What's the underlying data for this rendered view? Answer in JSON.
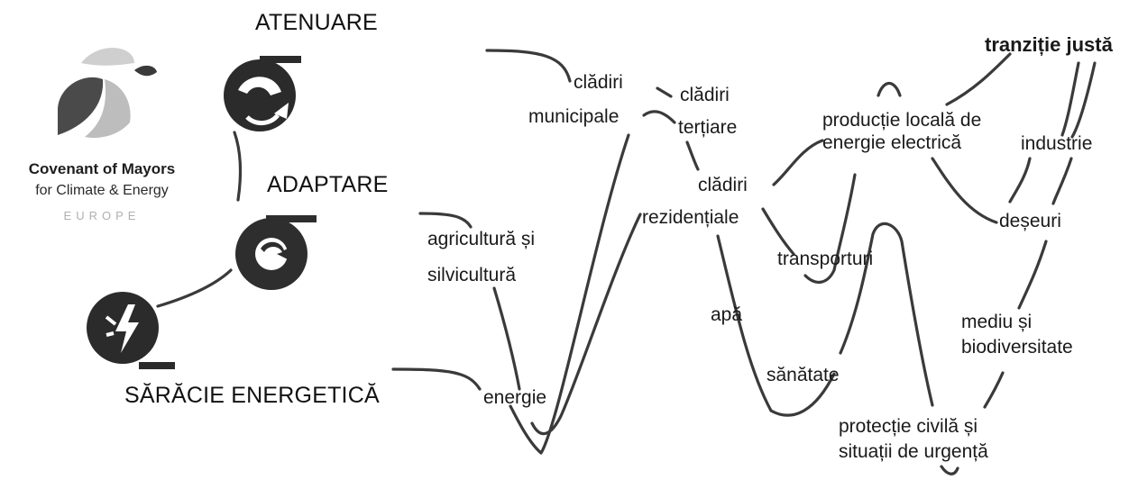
{
  "logo": {
    "name": "Covenant of Mayors",
    "tagline": "for Climate & Energy",
    "region": "EUROPE"
  },
  "themes": {
    "mitigation": "ATENUARE",
    "adaptation": "ADAPTARE",
    "energy_poverty": "SĂRĂCIE ENERGETICĂ"
  },
  "sectors": {
    "municipal_buildings": [
      "clădiri",
      "municipale"
    ],
    "tertiary_buildings": [
      "clădiri",
      "terțiare"
    ],
    "residential_buildings": [
      "clădiri",
      "rezidențiale"
    ],
    "local_power": [
      "producție locală de",
      "energie electrică"
    ],
    "just_transition": "tranziție justă",
    "industry": "industrie",
    "waste": "deșeuri",
    "agriculture": [
      "agricultură și",
      "silvicultură"
    ],
    "transport": "transporturi",
    "water": "apă",
    "health": "sănătate",
    "energy": "energie",
    "environment": [
      "mediu și",
      "biodiversitate"
    ],
    "civil_protection": [
      "protecție civilă și",
      "situații de urgență"
    ]
  },
  "icons": {
    "mitigation": "recycle-arrows-icon",
    "adaptation": "cycle-arrows-icon",
    "energy_poverty": "lightning-plug-icon",
    "logo": "leaf-logo-icon"
  },
  "colors": {
    "ink": "#1a1a1a",
    "icon": "#2b2b2b",
    "leaf_dark": "#444444",
    "leaf_light": "#c9c9c9"
  }
}
